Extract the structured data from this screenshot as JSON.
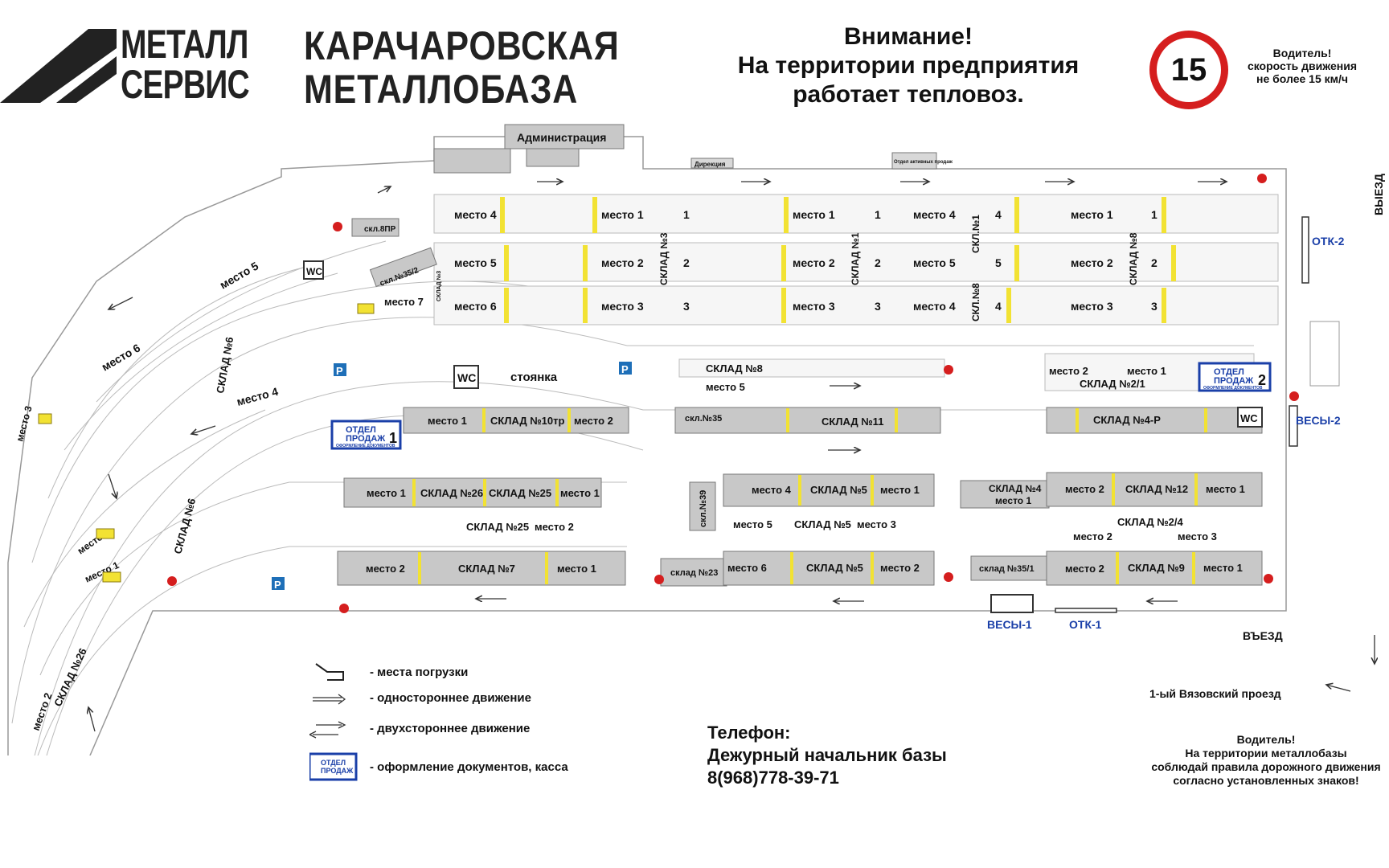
{
  "header": {
    "logo_line1": "МЕТАЛЛ",
    "logo_line2": "СЕРВИС",
    "title_line1": "КАРАЧАРОВСКАЯ",
    "title_line2": "МЕТАЛЛОБАЗА",
    "warning_line1": "Внимание!",
    "warning_line2": "На территории предприятия",
    "warning_line3": "работает тепловоз.",
    "speed_limit": "15",
    "speed_note_line1": "Водитель!",
    "speed_note_line2": "скорость движения",
    "speed_note_line3": "не более 15 км/ч"
  },
  "map": {
    "buildings": {
      "admin": "Администрация",
      "direction": "Дирекция",
      "active_sales": "Отдел активных продаж",
      "wc": "WC",
      "parking_label": "стоянка",
      "parking_sign": "P",
      "sales_line1": "ОТДЕЛ",
      "sales_line2": "ПРОДАЖ",
      "sales_sub": "ОФОРМЛЕНИЕ ДОКУМЕНТОВ",
      "sales_no1": "1",
      "sales_no2": "2"
    },
    "labels": {
      "skl8pr": "скл.8ПР",
      "skl35_2": "скл.№35/2",
      "skl_no3_vert": "СКЛАД №3",
      "skl_no3_small": "СКЛАД №3",
      "skl_no1_vert": "СКЛАД №1",
      "skl_no1_small": "СКЛ.№1",
      "skl_no8_small": "СКЛ.№8",
      "skl_no8_vert": "СКЛАД №8",
      "skl_no6": "СКЛАД №6",
      "skl_no26": "СКЛАД №26",
      "skl_no8": "СКЛАД №8",
      "skl_no2_1": "СКЛАД №2/1",
      "skl_no10tr": "СКЛАД №10тр",
      "skl_no35": "скл.№35",
      "skl_no11": "СКЛАД №11",
      "skl_no4r": "СКЛАД №4-Р",
      "skl_no26b": "СКЛАД №26",
      "skl_no25": "СКЛАД №25",
      "skl_no5": "СКЛАД №5",
      "skl_no4": "СКЛАД №4",
      "skl_no12": "СКЛАД №12",
      "skl_no39": "скл.№39",
      "skl_no2_4": "СКЛАД №2/4",
      "skl_no7": "СКЛАД №7",
      "skl_no23": "склад №23",
      "skl_no35_1": "склад №35/1",
      "skl_no9": "СКЛАД №9",
      "m1": "место 1",
      "m2": "место 2",
      "m3": "место 3",
      "m4": "место 4",
      "m5": "место 5",
      "m6": "место 6",
      "m7": "место 7",
      "n1": "1",
      "n2": "2",
      "n3": "3",
      "n4": "4",
      "n5": "5",
      "otk1": "ОТК-1",
      "otk2": "ОТК-2",
      "vesy1": "ВЕСЫ-1",
      "vesy2": "ВЕСЫ-2",
      "vezd": "ВЪЕЗД",
      "vyezd": "ВЫЕЗД",
      "street": "1-ый Вязовский проезд"
    }
  },
  "legend": {
    "loading": "- места погрузки",
    "oneway": "- одностороннее движение",
    "twoway": "- двухстороннее движение",
    "docs": "- оформление документов, касса"
  },
  "contact": {
    "line1": "Телефон:",
    "line2": "Дежурный начальник базы",
    "line3": "8(968)778-39-71"
  },
  "footer_note": {
    "line1": "Водитель!",
    "line2": "На территории металлобазы",
    "line3": "соблюдай правила дорожного движения",
    "line4": "согласно установленных знаков!"
  },
  "colors": {
    "building": "#c8c8c8",
    "yellow": "#f2e233",
    "blue": "#1a3fa8",
    "red": "#d51e1e"
  }
}
